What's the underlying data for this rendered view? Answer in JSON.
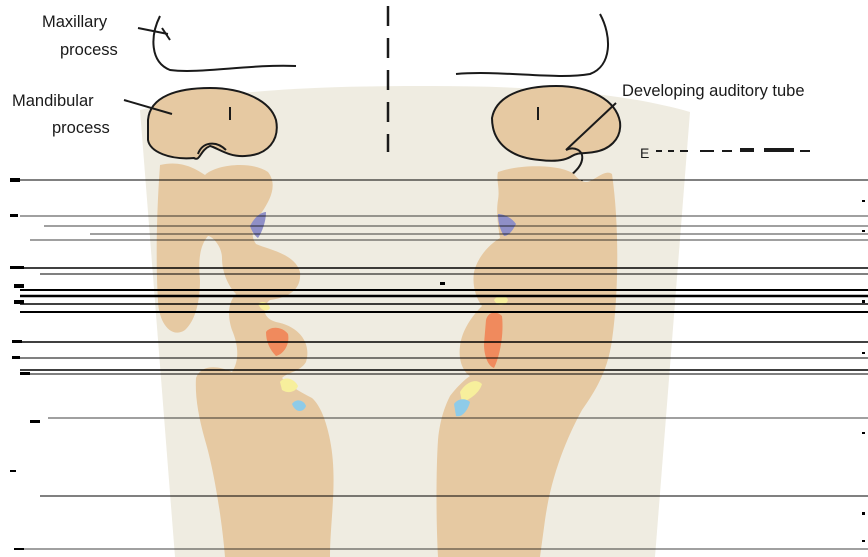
{
  "figure": {
    "labels": {
      "maxillary_line1": "Maxillary",
      "maxillary_line2": "process",
      "mandibular_line1": "Mandibular",
      "mandibular_line2": "process",
      "auditory_tube": "Developing auditory tube",
      "cut_off_label": "E"
    },
    "colors": {
      "background": "#ffffff",
      "pharynx_floor": "#efece1",
      "arch_tissue": "#e6c9a2",
      "pouch_blue": "#8f8fc7",
      "pouch_yellow": "#f7ef9c",
      "pouch_orange": "#f08a5d",
      "pouch_light_blue": "#8ecbe8",
      "outline": "#1a1a1a",
      "scan_line": "#000000"
    }
  }
}
